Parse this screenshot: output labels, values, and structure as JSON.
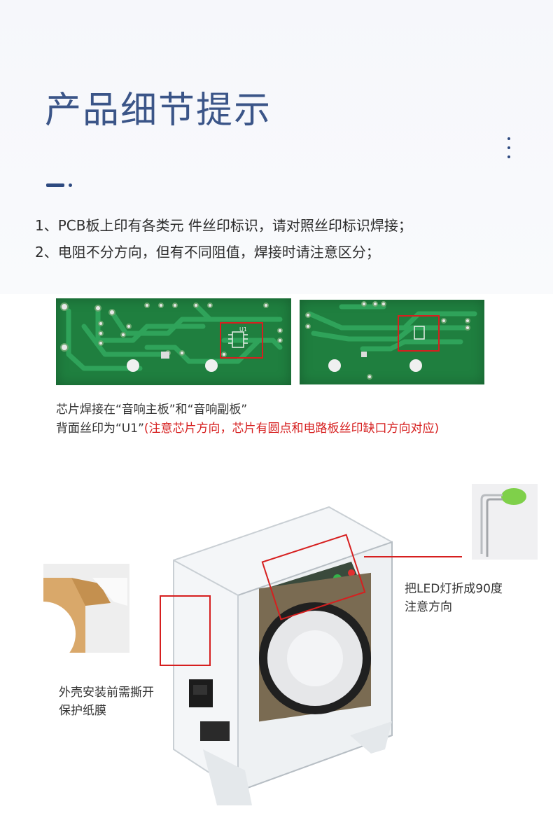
{
  "header": {
    "title": "产品细节提示",
    "more_icon": "more-vertical-icon"
  },
  "notes": [
    "1、PCB板上印有各类元 件丝印标识，请对照丝印标识焊接；",
    "2、电阻不分方向，但有不同阻值，焊接时请注意区分；"
  ],
  "chip_caption": {
    "line1": "芯片焊接在“音响主板”和“音响副板”",
    "line2_prefix": "背面丝印为“U1”",
    "line2_warning": "(注意芯片方向，芯片有圆点和电路板丝印缺口方向对应)"
  },
  "pcb_silk_label": "U1",
  "led_callout": {
    "line1": "把LED灯折成90度",
    "line2": "注意方向"
  },
  "shell_callout": {
    "line1": "外壳安装前需撕开",
    "line2": "保护纸膜"
  },
  "colors": {
    "title": "#3b5588",
    "accent": "#2e4a80",
    "warning": "#d61f1f",
    "pcb_green": "#1f7f3f"
  }
}
